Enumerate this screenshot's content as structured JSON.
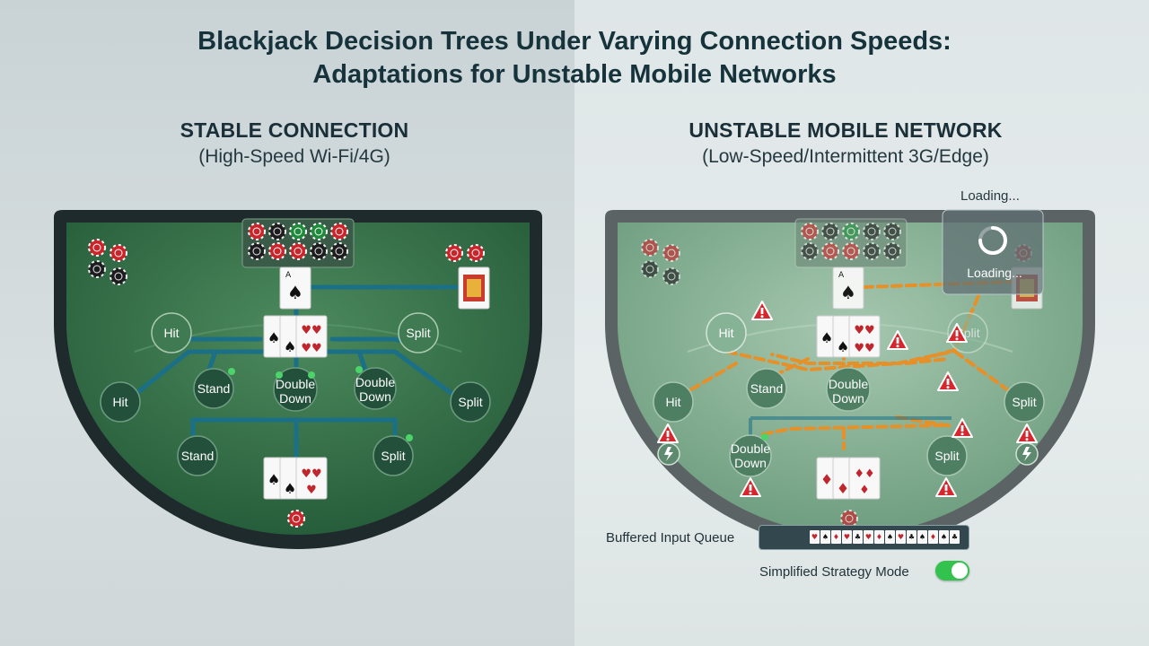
{
  "title_line1": "Blackjack Decision Trees Under Varying Connection Speeds:",
  "title_line2": "Adaptations for Unstable Mobile Networks",
  "stable": {
    "heading": "STABLE CONNECTION",
    "subheading": "(High-Speed Wi-Fi/4G)",
    "nodes": {
      "hit_top": "Hit",
      "split_top": "Split",
      "hit": "Hit",
      "stand": "Stand",
      "double_l1": "Double",
      "double_l2": "Down",
      "double2_l1": "Double",
      "double2_l2": "Down",
      "split": "Split",
      "stand_bottom": "Stand",
      "split_bottom": "Split"
    }
  },
  "unstable": {
    "heading": "UNSTABLE MOBILE NETWORK",
    "subheading": "(Low-Speed/Intermittent 3G/Edge)",
    "loading_outer": "Loading...",
    "loading_inner": "Loading...",
    "nodes": {
      "hit_top": "Hit",
      "split_top": "Split",
      "hit": "Hit",
      "stand": "Stand",
      "double_l1": "Double",
      "double_l2": "Down",
      "split": "Split",
      "double_bottom_l1": "Double",
      "double_bottom_l2": "Down",
      "split_bottom": "Split"
    },
    "buffered_queue_label": "Buffered Input Queue",
    "simplified_mode_label": "Simplified Strategy Mode",
    "simplified_mode_on": true
  },
  "colors": {
    "felt": "#2f6a45",
    "felt_faded": "#6e9c80",
    "rail": "#1f2a2c",
    "rail_faded": "#5c6365",
    "line_stable": "#1b6f86",
    "line_unstable": "#e6902a",
    "warning": "#d6262e",
    "toggle_on": "#33c24d"
  },
  "icons": {
    "warning": "warning-triangle-icon",
    "disconnect": "lightning-disconnect-icon",
    "spinner": "loading-spinner-icon"
  }
}
